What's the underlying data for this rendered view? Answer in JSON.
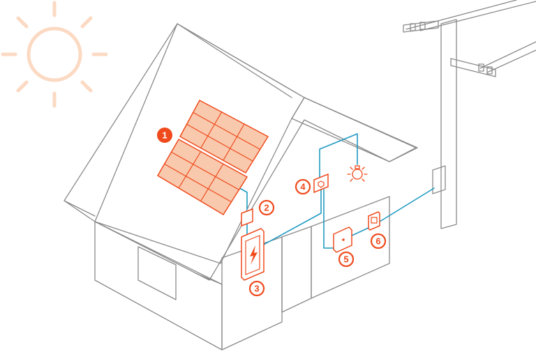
{
  "colors": {
    "accent": "#ef4a1c",
    "panel_fill": "#f8c9ad",
    "sun": "#fbd9c2",
    "wire": "#1f9ac2",
    "outline": "#8a8a8a"
  },
  "components": [
    {
      "id": "1",
      "label": "1",
      "name": "solar-panels",
      "style": "filled"
    },
    {
      "id": "2",
      "label": "2",
      "name": "junction-box",
      "style": "outline"
    },
    {
      "id": "3",
      "label": "3",
      "name": "battery-inverter",
      "style": "outline"
    },
    {
      "id": "4",
      "label": "4",
      "name": "breaker-panel",
      "style": "outline"
    },
    {
      "id": "5",
      "label": "5",
      "name": "monitoring-unit",
      "style": "outline"
    },
    {
      "id": "6",
      "label": "6",
      "name": "utility-meter",
      "style": "outline"
    }
  ],
  "icons": {
    "sun": "sun-icon",
    "bulb": "light-bulb-icon",
    "bolt": "lightning-bolt-icon",
    "pole": "utility-pole-icon"
  }
}
